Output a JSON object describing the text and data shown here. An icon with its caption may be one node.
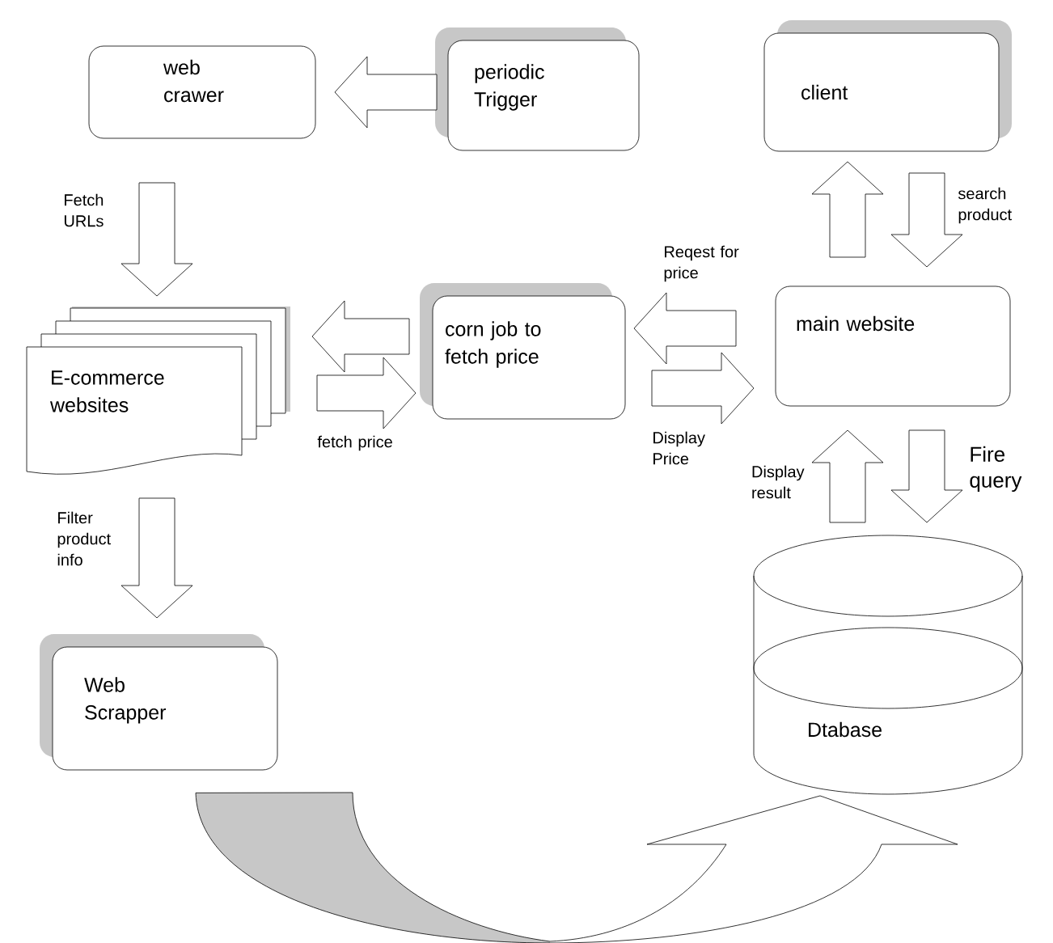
{
  "diagram": {
    "nodes": [
      {
        "text": [
          "web crawer"
        ]
      },
      {
        "text": [
          "periodic Trigger"
        ]
      },
      {
        "text": [
          "client"
        ]
      },
      {
        "text": [
          "E-commerce websites"
        ]
      },
      {
        "text": [
          "corn job to fetch price"
        ]
      },
      {
        "text": [
          "main website"
        ]
      },
      {
        "text": [
          "Web Scrapper"
        ]
      },
      {
        "text": [
          "Dtabase"
        ]
      }
    ],
    "edges": [
      {
        "from": 1,
        "to": 0,
        "arrow": "to"
      },
      {
        "from": 0,
        "to": 3,
        "arrow": "to",
        "label": "Fetch URLs"
      },
      {
        "from": 4,
        "to": 3,
        "arrow": "to"
      },
      {
        "from": 3,
        "to": 4,
        "arrow": "to",
        "label": "fetch price"
      },
      {
        "from": 5,
        "to": 4,
        "arrow": "to",
        "label": "Reqest for price"
      },
      {
        "from": 4,
        "to": 5,
        "arrow": "to",
        "label": "Display Price"
      },
      {
        "from": 5,
        "to": 2,
        "arrow": "to"
      },
      {
        "from": 2,
        "to": 5,
        "arrow": "to",
        "label": "search product"
      },
      {
        "from": 7,
        "to": 5,
        "arrow": "to",
        "label": "Display result"
      },
      {
        "from": 5,
        "to": 7,
        "arrow": "to",
        "label": "Fire query"
      },
      {
        "from": 3,
        "to": 6,
        "arrow": "to",
        "label": "Filter product info"
      },
      {
        "from": 6,
        "to": 7,
        "arrow": "to"
      }
    ]
  }
}
